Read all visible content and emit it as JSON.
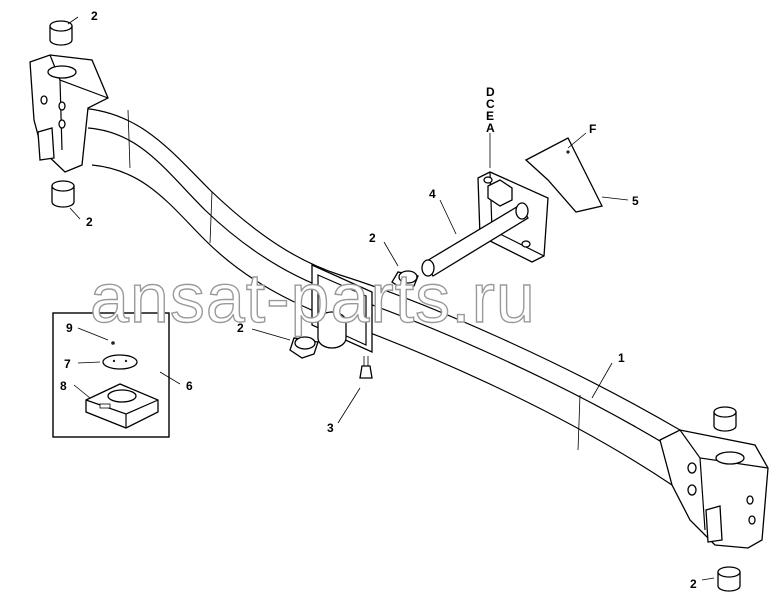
{
  "diagram": {
    "callouts": {
      "c2_top": "2",
      "c2_topleft_lower": "2",
      "c2_center_upper": "2",
      "c2_center_lower": "2",
      "c2_bottom_right": "2",
      "c1": "1",
      "c3": "3",
      "c4": "4",
      "c5": "5",
      "c6": "6",
      "c7": "7",
      "c8": "8",
      "c9": "9",
      "cD": "D",
      "cC": "C",
      "cE": "E",
      "cA": "A",
      "cF": "F"
    },
    "watermark": "ansat-parts.ru"
  }
}
